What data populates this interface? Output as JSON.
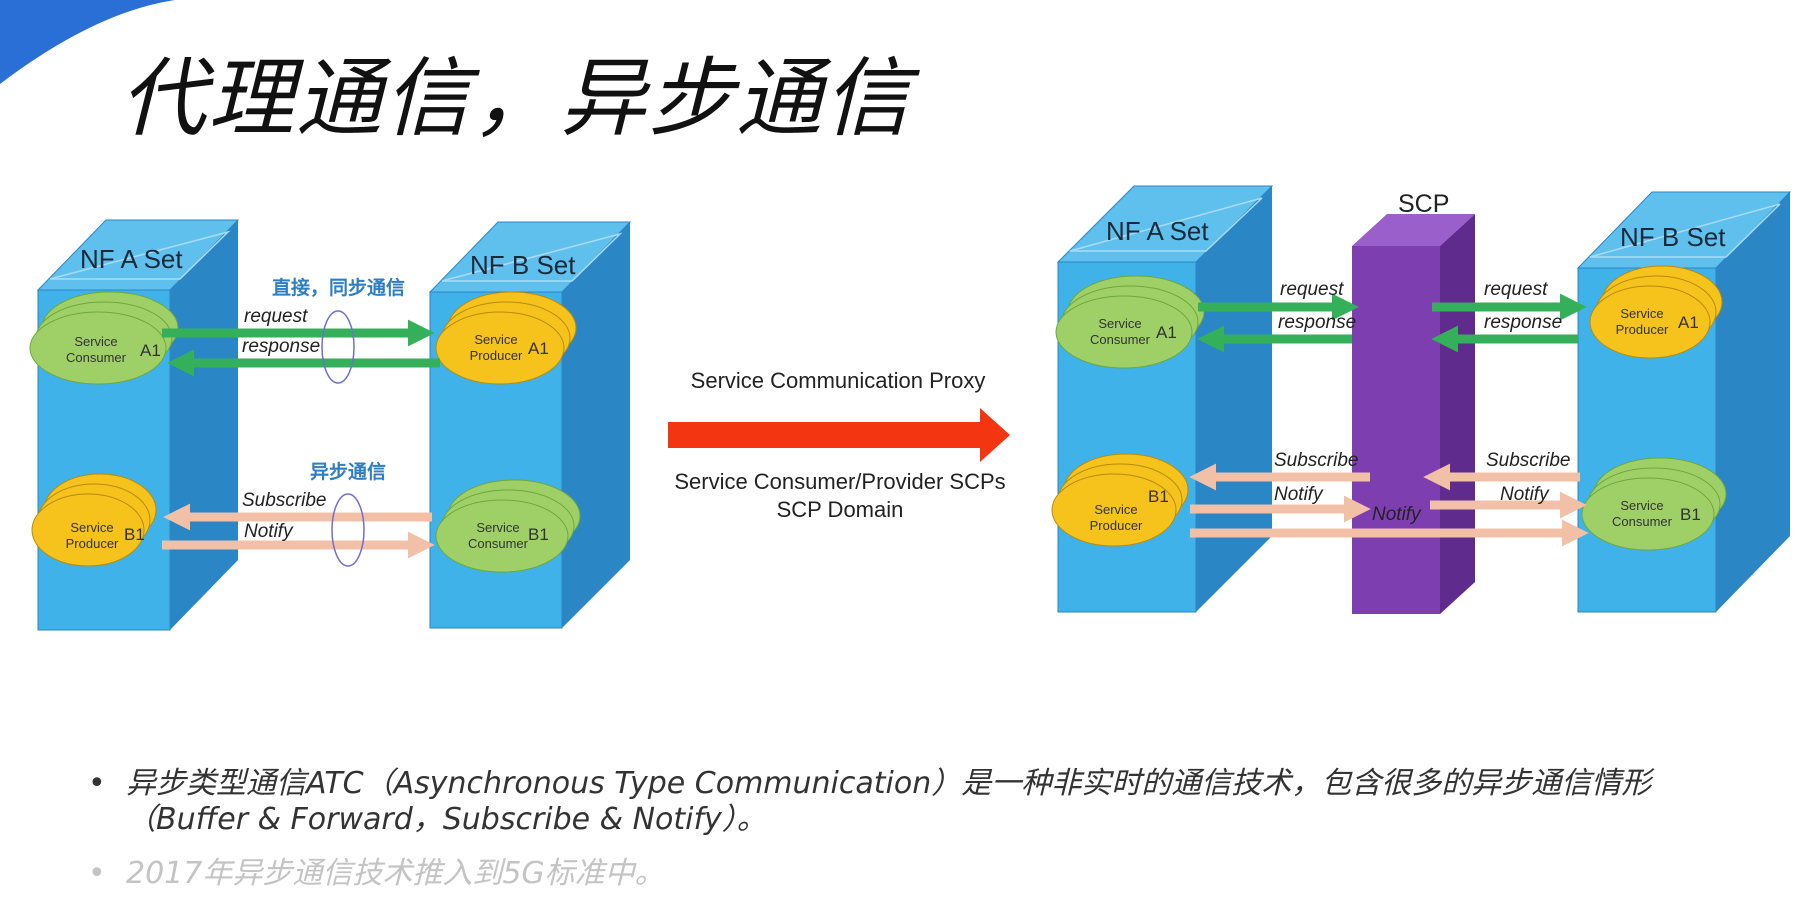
{
  "title": "代理通信，异步通信",
  "colors": {
    "box_front": "#3fb2ea",
    "box_side": "#2b86c6",
    "box_top": "#5fc0ee",
    "scp_front": "#7d3fb0",
    "scp_side": "#5f2b8c",
    "scp_top": "#9a5fca",
    "ellipse_green": "#9fd068",
    "ellipse_yellow": "#f6c21c",
    "arrow_green": "#34b05a",
    "arrow_peach": "#f2c0a6",
    "arrow_red": "#f43512",
    "annotation_blue": "#2f7ec2"
  },
  "left_diagram": {
    "nf_a_label": "NF A Set",
    "nf_b_label": "NF B Set",
    "sync_label": "直接，同步通信",
    "async_label": "异步通信",
    "request": "request",
    "response": "response",
    "subscribe": "Subscribe",
    "notify": "Notify",
    "a1_consumer": {
      "line1": "Service",
      "line2": "Consumer",
      "id": "A1"
    },
    "a1_producer": {
      "line1": "Service",
      "line2": "Producer",
      "id": "A1"
    },
    "b1_producer": {
      "line1": "Service",
      "line2": "Producer",
      "id": "B1"
    },
    "b1_consumer": {
      "line1": "Service",
      "line2": "Consumer",
      "id": "B1"
    }
  },
  "middle": {
    "top_label": "Service Communication Proxy",
    "bottom_line1": "Service Consumer/Provider SCPs",
    "bottom_line2": "SCP Domain"
  },
  "right_diagram": {
    "scp_label": "SCP",
    "nf_a_label": "NF A Set",
    "nf_b_label": "NF B Set",
    "request": "request",
    "response": "response",
    "subscribe": "Subscribe",
    "notify": "Notify",
    "a1_consumer": {
      "line1": "Service",
      "line2": "Consumer",
      "id": "A1"
    },
    "a1_producer": {
      "line1": "Service",
      "line2": "Producer",
      "id": "A1"
    },
    "b1_producer": {
      "line1": "Service",
      "line2": "Producer",
      "id": "B1"
    },
    "b1_consumer": {
      "line1": "Service",
      "line2": "Consumer",
      "id": "B1"
    }
  },
  "bullets": [
    "异步类型通信ATC（Asynchronous Type Communication）是一种非实时的通信技术，包含很多的异步通信情形（Buffer & Forward，Subscribe & Notify）。",
    "2017年异步通信技术推入到5G标准中。"
  ]
}
